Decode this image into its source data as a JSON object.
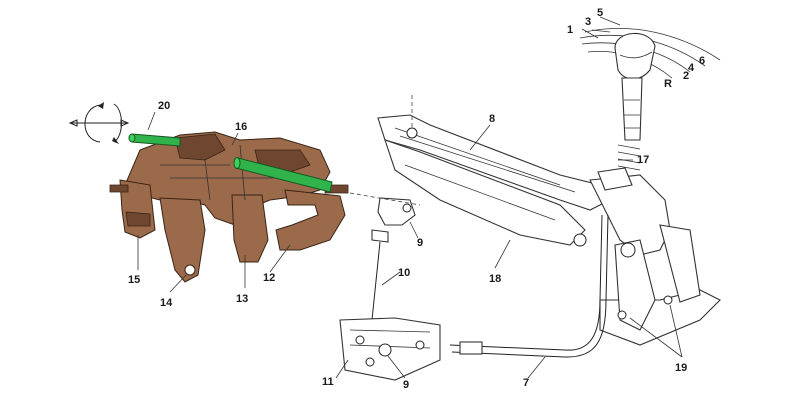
{
  "callouts": [
    {
      "id": "c1",
      "text": "1"
    },
    {
      "id": "c2",
      "text": "2"
    },
    {
      "id": "c3",
      "text": "3"
    },
    {
      "id": "c4",
      "text": "4"
    },
    {
      "id": "c5",
      "text": "5"
    },
    {
      "id": "c6",
      "text": "6"
    },
    {
      "id": "cR",
      "text": "R"
    },
    {
      "id": "c7",
      "text": "7"
    },
    {
      "id": "c8",
      "text": "8"
    },
    {
      "id": "c9a",
      "text": "9"
    },
    {
      "id": "c9b",
      "text": "9"
    },
    {
      "id": "c10",
      "text": "10"
    },
    {
      "id": "c11",
      "text": "11"
    },
    {
      "id": "c12",
      "text": "12"
    },
    {
      "id": "c13",
      "text": "13"
    },
    {
      "id": "c14",
      "text": "14"
    },
    {
      "id": "c15",
      "text": "15"
    },
    {
      "id": "c16",
      "text": "16"
    },
    {
      "id": "c17",
      "text": "17"
    },
    {
      "id": "c18",
      "text": "18"
    },
    {
      "id": "c19",
      "text": "19"
    },
    {
      "id": "c20",
      "text": "20"
    }
  ],
  "colors": {
    "fork_body": "#9b6a4a",
    "rail_rod": "#2fb34a",
    "outline": "#222222"
  }
}
